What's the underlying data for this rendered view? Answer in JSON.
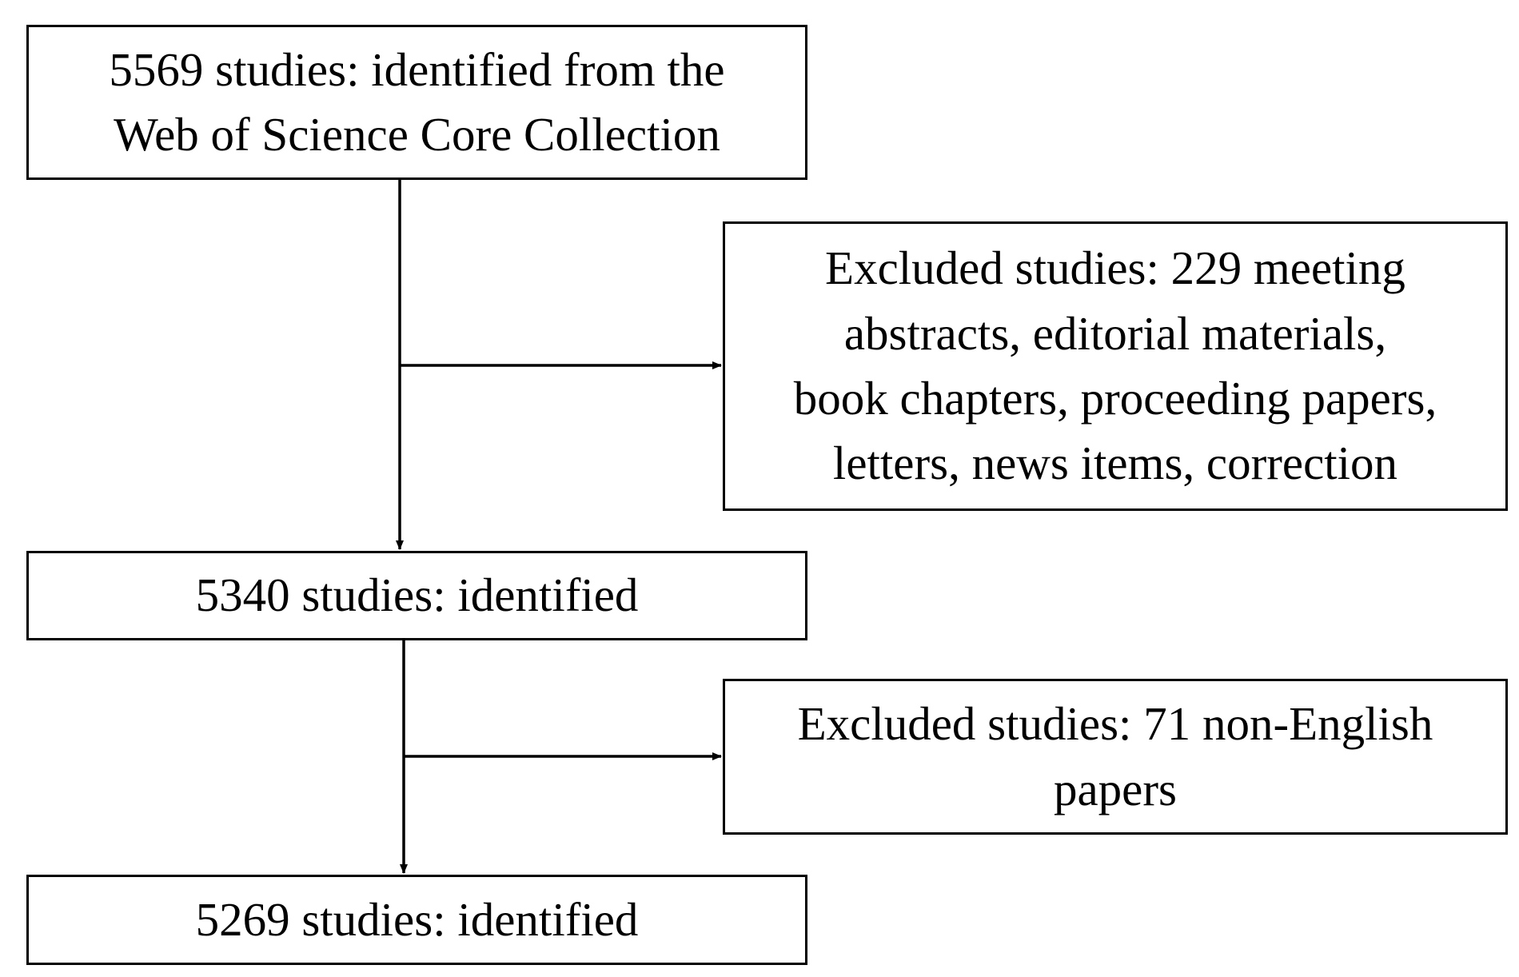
{
  "flowchart": {
    "source_box": {
      "lines": [
        "5569 studies: identified from the",
        "Web of Science Core Collection"
      ]
    },
    "exclusion_1": {
      "lines": [
        "Excluded studies: 229 meeting",
        "abstracts, editorial materials,",
        "book chapters, proceeding papers,",
        "letters, news items, correction"
      ]
    },
    "step_2": {
      "lines": [
        "5340 studies: identified"
      ]
    },
    "exclusion_2": {
      "lines": [
        "Excluded studies: 71 non-English",
        "papers"
      ]
    },
    "final_box": {
      "lines": [
        "5269 studies: identified"
      ]
    }
  }
}
